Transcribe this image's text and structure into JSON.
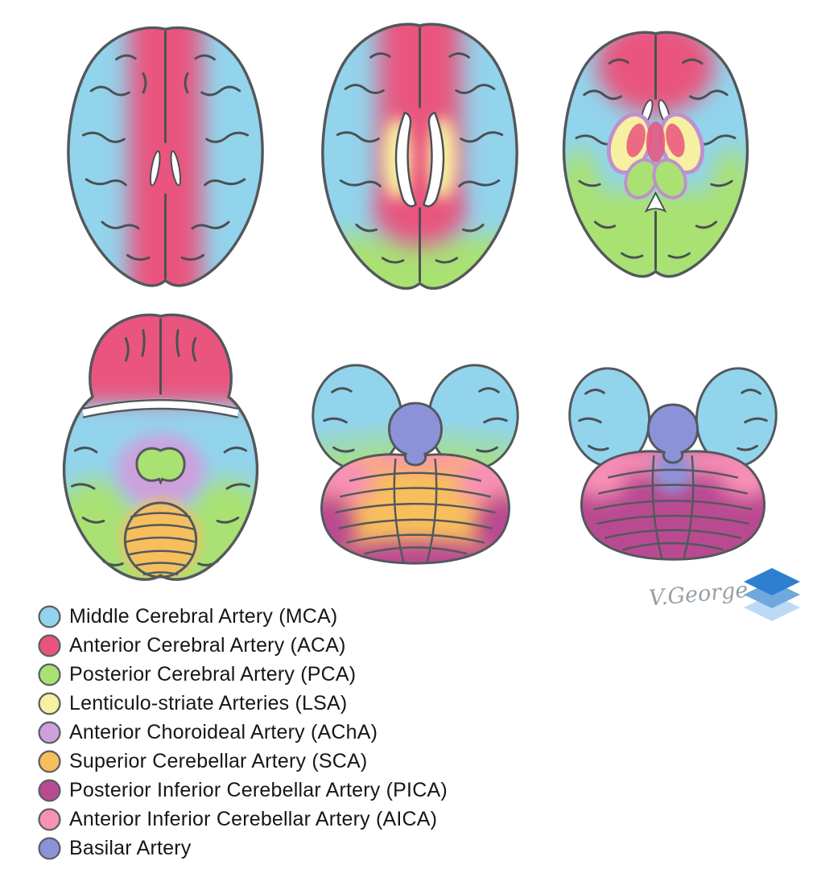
{
  "figure": {
    "slices": [
      {
        "name": "axial-slice-superior"
      },
      {
        "name": "axial-slice-ventricles"
      },
      {
        "name": "axial-slice-basal-ganglia"
      },
      {
        "name": "axial-slice-midbrain-cerebellum"
      },
      {
        "name": "cerebellum-slice-superior"
      },
      {
        "name": "cerebellum-slice-inferior"
      }
    ]
  },
  "legend": {
    "items": [
      {
        "id": "mca",
        "label": "Middle Cerebral Artery (MCA)",
        "color": "#92D4EC"
      },
      {
        "id": "aca",
        "label": "Anterior Cerebral Artery (ACA)",
        "color": "#E9547E"
      },
      {
        "id": "pca",
        "label": "Posterior Cerebral Artery (PCA)",
        "color": "#A9E173"
      },
      {
        "id": "lsa",
        "label": "Lenticulo-striate Arteries (LSA)",
        "color": "#F6F0A0"
      },
      {
        "id": "acha",
        "label": "Anterior Choroideal Artery (AChA)",
        "color": "#CDA0DC"
      },
      {
        "id": "sca",
        "label": "Superior Cerebellar Artery (SCA)",
        "color": "#F8BE5C"
      },
      {
        "id": "pica",
        "label": "Posterior Inferior Cerebellar Artery (PICA)",
        "color": "#B94A92"
      },
      {
        "id": "aica",
        "label": "Anterior Inferior Cerebellar Artery (AICA)",
        "color": "#F891B5"
      },
      {
        "id": "basilar",
        "label": "Basilar Artery",
        "color": "#8C92D8"
      }
    ]
  },
  "signature": "V.George"
}
